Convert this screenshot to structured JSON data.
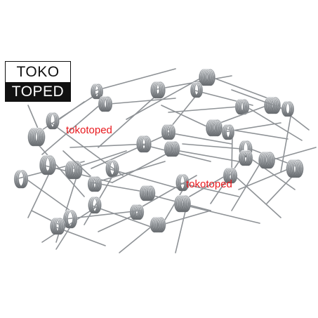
{
  "logo": {
    "line1": "TOKO",
    "line2": "TOPED"
  },
  "watermarks": [
    "tokotoped",
    "tokotoped"
  ],
  "colors": {
    "watermark": "#e8191e",
    "spring_metal": "#9ea2a6",
    "background": "#ffffff"
  }
}
